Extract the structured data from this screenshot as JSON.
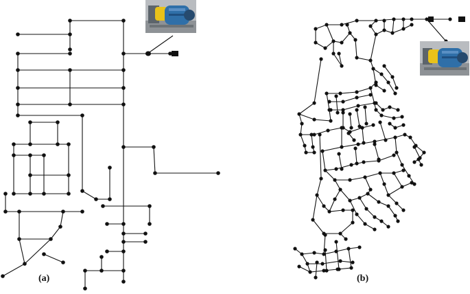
{
  "figure": {
    "panel_a": {
      "label": "(a)",
      "image": "pump-motor-photo"
    },
    "panel_b": {
      "label": "(b)",
      "image": "pump-motor-photo"
    }
  },
  "colors": {
    "pipe": "#111111",
    "node": "#111111",
    "motor": "#2f6fa8",
    "motor_accent": "#e8c21a"
  }
}
